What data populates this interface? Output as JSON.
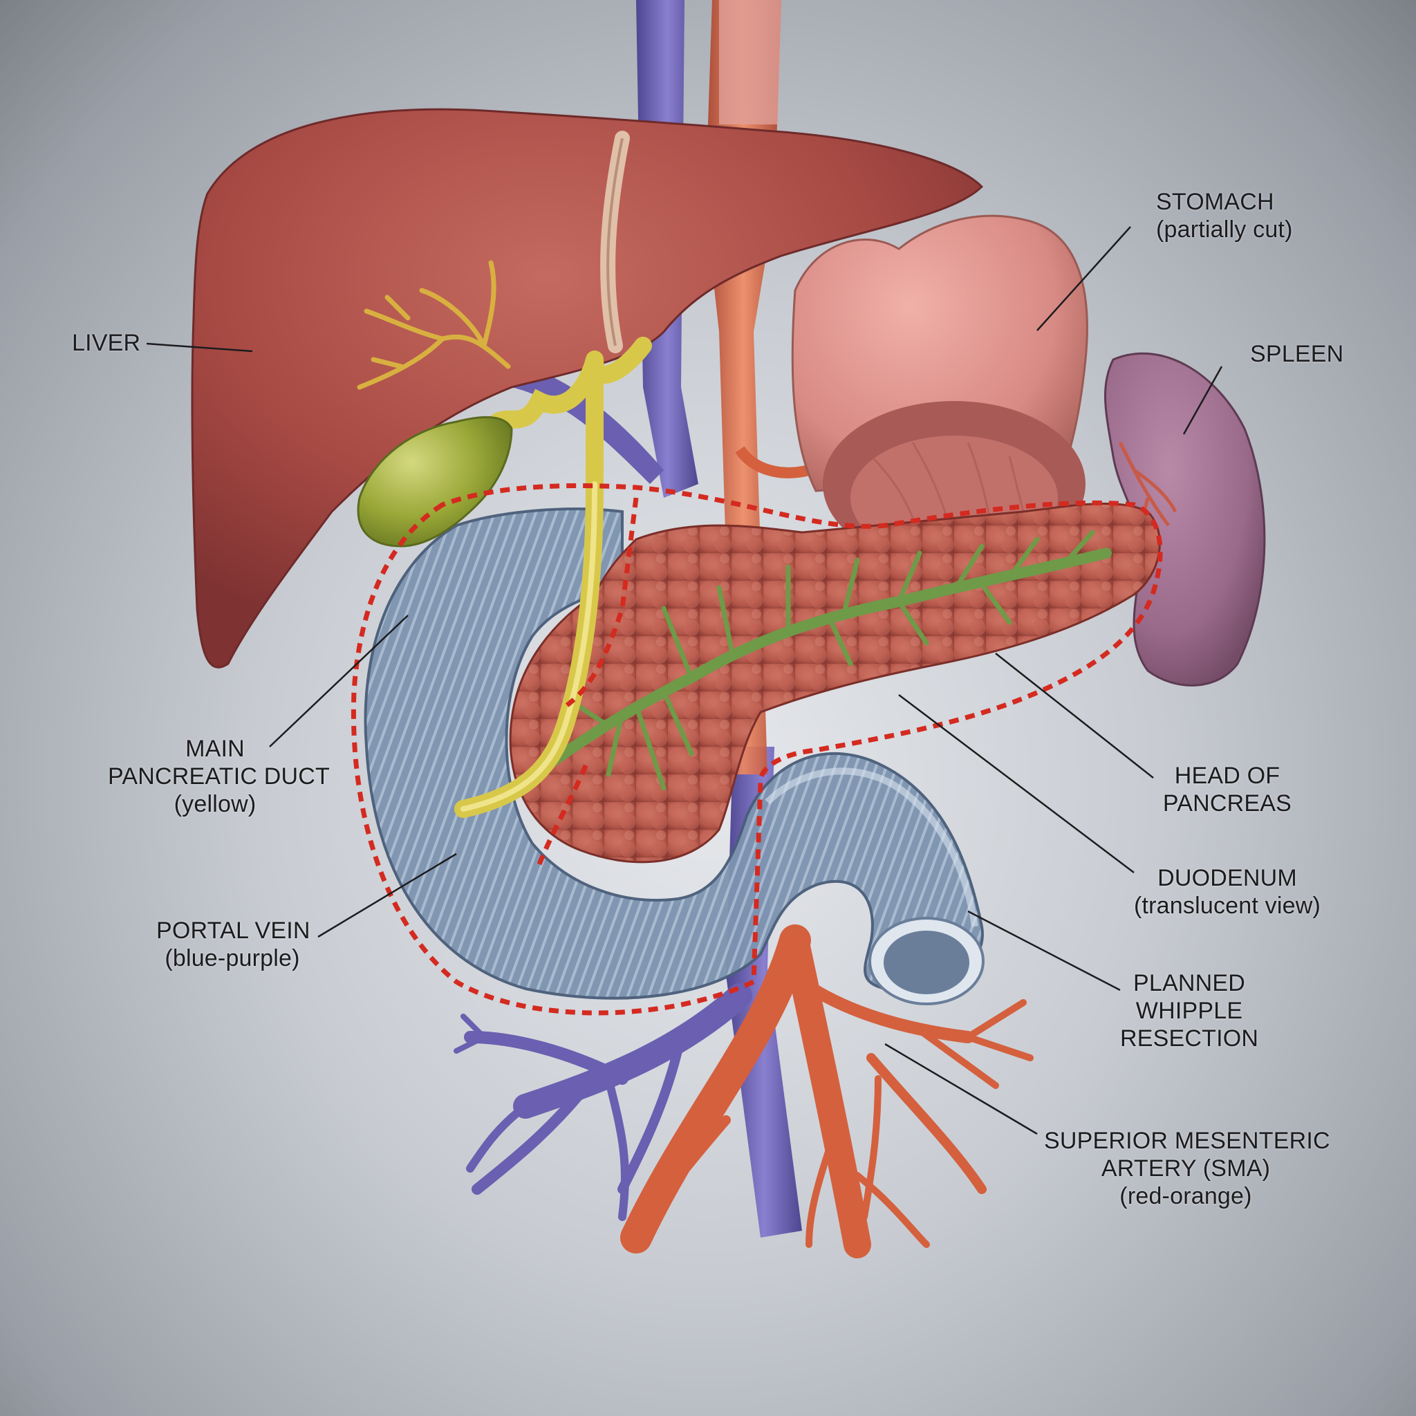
{
  "diagram": {
    "type": "anatomical-illustration",
    "subject": "Upper abdominal organs with planned Whipple resection outline",
    "colors": {
      "background": "#c8ccd2",
      "liver": "#a84a44",
      "gallbladder": "#9aa838",
      "bile_duct": "#d8c84a",
      "pancreas": "#b4574a",
      "pancreatic_duct": "#6f9a48",
      "duodenum": "#8fa4be",
      "portal_vein": "#6a5fb0",
      "sma": "#d4603e",
      "stomach": "#d88a84",
      "spleen": "#9a6a8a",
      "resection_outline": "#d42a20",
      "label_text": "#1c1c1e",
      "leader_line": "#1c1c1e"
    }
  },
  "labels": {
    "liver": {
      "lines": [
        "LIVER"
      ]
    },
    "stomach": {
      "lines": [
        "STOMACH",
        "(partially cut)"
      ]
    },
    "spleen": {
      "lines": [
        "SPLEEN"
      ]
    },
    "main_pancreatic_duct": {
      "lines": [
        "MAIN",
        "PANCREATIC DUCT",
        "(yellow)"
      ]
    },
    "portal_vein": {
      "lines": [
        "PORTAL VEIN",
        "(blue-purple)"
      ]
    },
    "head_of_pancreas": {
      "lines": [
        "HEAD OF",
        "PANCREAS"
      ]
    },
    "duodenum": {
      "lines": [
        "DUODENUM",
        "(translucent view)"
      ]
    },
    "planned_whipple_resection": {
      "lines": [
        "PLANNED",
        "WHIPPLE",
        "RESECTION"
      ]
    },
    "sma": {
      "lines": [
        "SUPERIOR MESENTERIC",
        "ARTERY (SMA)",
        "(red-orange)"
      ]
    }
  }
}
